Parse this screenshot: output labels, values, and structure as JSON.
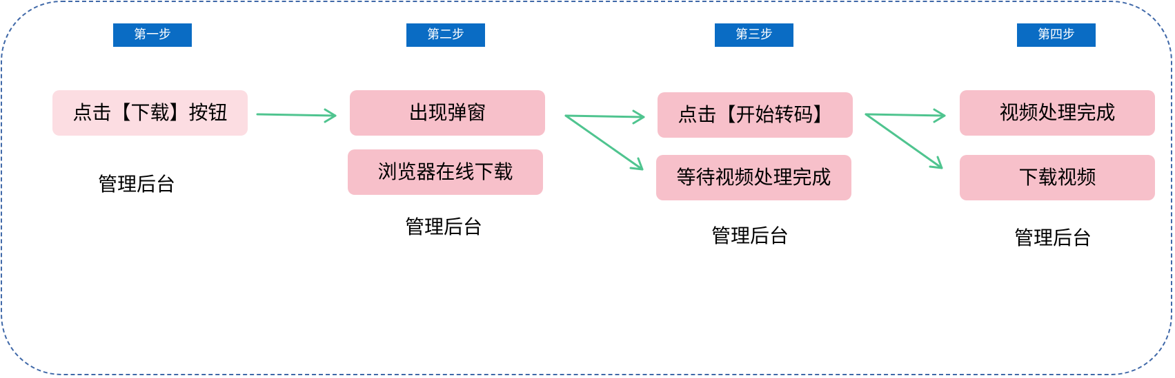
{
  "steps": [
    {
      "header": "第一步",
      "nodes": [
        "点击【下载】按钮"
      ],
      "caption": "管理后台"
    },
    {
      "header": "第二步",
      "nodes": [
        "出现弹窗",
        "浏览器在线下载"
      ],
      "caption": "管理后台"
    },
    {
      "header": "第三步",
      "nodes": [
        "点击【开始转码】",
        "等待视频处理完成"
      ],
      "caption": "管理后台"
    },
    {
      "header": "第四步",
      "nodes": [
        "视频处理完成",
        "下载视频"
      ],
      "caption": "管理后台"
    }
  ],
  "colors": {
    "header_bg": "#0a6cc4",
    "node_light": "#fcdde2",
    "node_pink": "#f7c0ca",
    "arrow": "#4fc48f",
    "frame_border": "#3f68a8"
  }
}
